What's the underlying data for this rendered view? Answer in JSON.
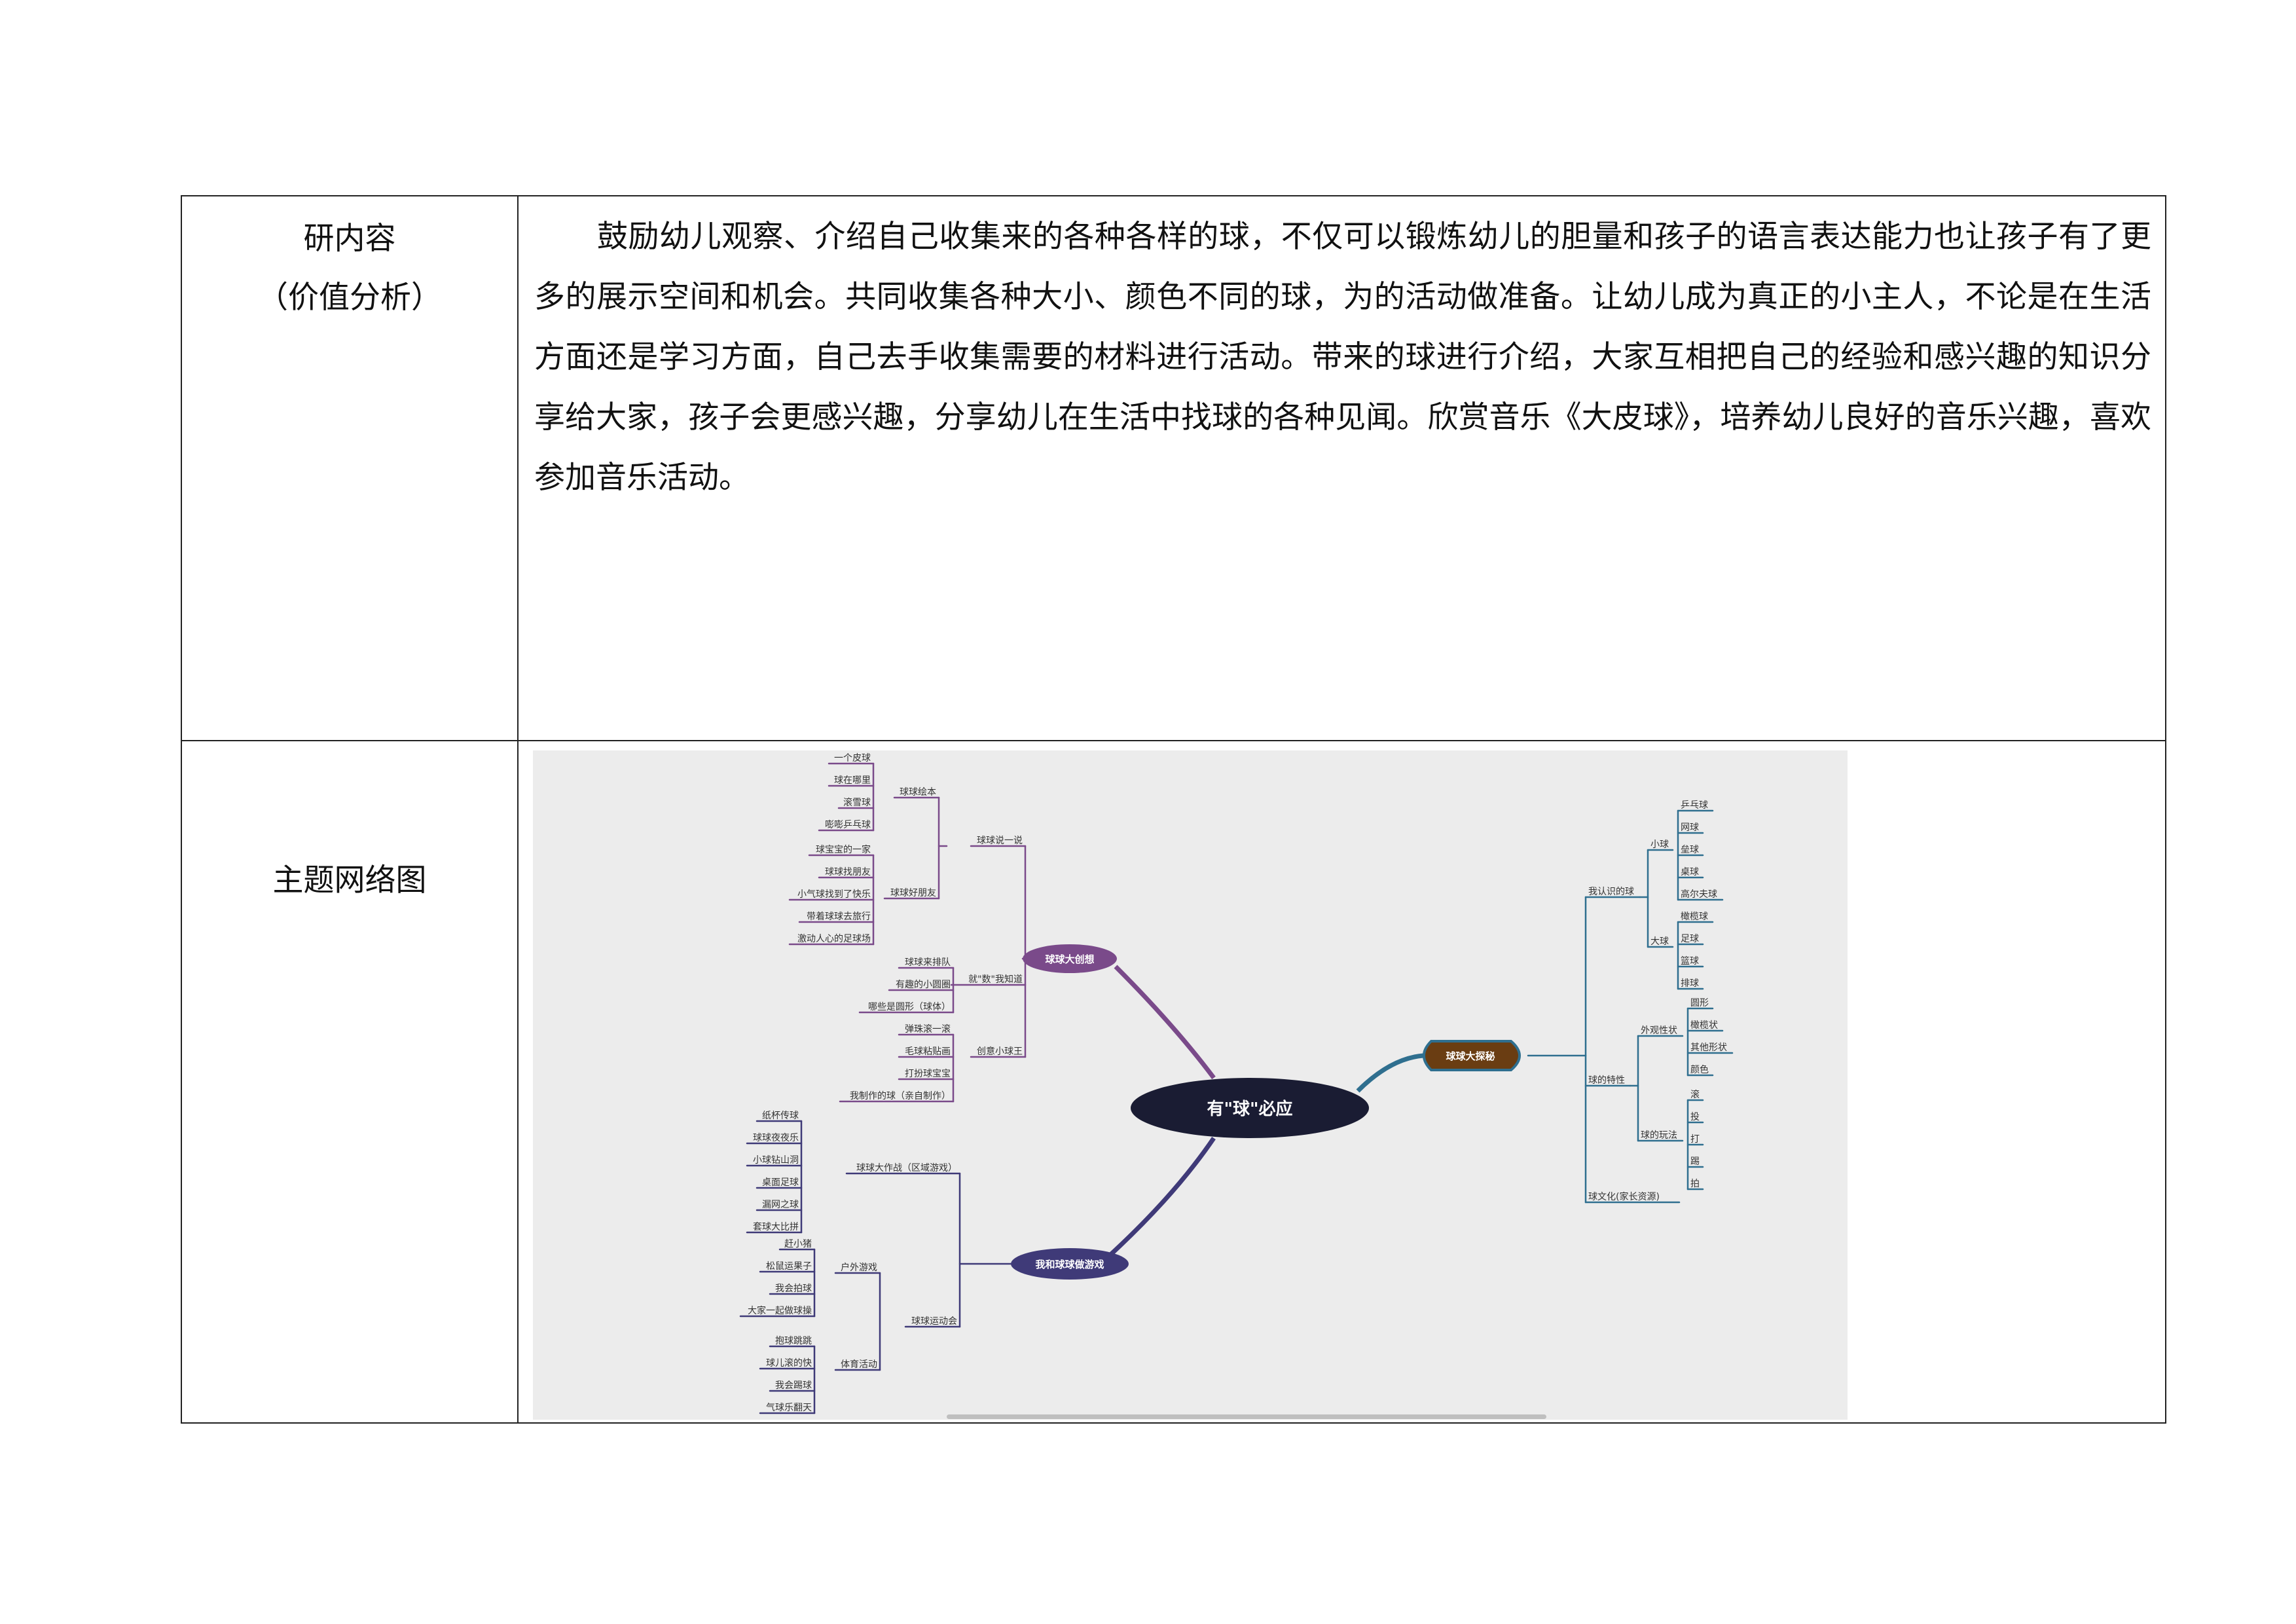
{
  "row1": {
    "label_line1": "研内容",
    "label_line2": "（价值分析）",
    "paragraph": "鼓励幼儿观察、介绍自己收集来的各种各样的球，不仅可以锻炼幼儿的胆量和孩子的语言表达能力也让孩子有了更多的展示空间和机会。共同收集各种大小、颜色不同的球，为的活动做准备。让幼儿成为真正的小主人，不论是在生活方面还是学习方面，自己去手收集需要的材料进行活动。带来的球进行介绍，大家互相把自己的经验和感兴趣的知识分享给大家，孩子会更感兴趣，分享幼儿在生活中找球的各种见闻。欣赏音乐《大皮球》，培养幼儿良好的音乐兴趣，喜欢参加音乐活动。"
  },
  "row2": {
    "label": "主题网络图"
  },
  "mindmap": {
    "center": "有\"球\"必应",
    "left_top": {
      "title": "球球大创想",
      "groups": [
        {
          "name": "球球说一说",
          "subs": [
            {
              "name": "球球绘本",
              "leaves": [
                "一个皮球",
                "球在哪里",
                "滚雪球",
                "嘭嘭乒乓球"
              ]
            },
            {
              "name": "球球好朋友",
              "leaves": [
                "球宝宝的一家",
                "球球找朋友",
                "小气球找到了快乐",
                "带着球球去旅行",
                "激动人心的足球场"
              ]
            }
          ]
        },
        {
          "name": "就\"数\"我知道",
          "leaves": [
            "球球来排队",
            "有趣的小圆圈",
            "哪些是圆形（球体）"
          ]
        },
        {
          "name": "创意小球王",
          "leaves": [
            "弹珠滚一滚",
            "毛球粘贴画",
            "打扮球宝宝",
            "我制作的球（亲自制作）"
          ]
        }
      ]
    },
    "left_bottom": {
      "title": "我和球球做游戏",
      "groups": [
        {
          "name": "球球大作战（区域游戏）",
          "leaves": [
            "纸杯传球",
            "球球夜夜乐",
            "小球钻山洞",
            "桌面足球",
            "漏网之球",
            "套球大比拼"
          ]
        },
        {
          "name": "球球运动会",
          "subs": [
            {
              "name": "户外游戏",
              "leaves": [
                "赶小猪",
                "松鼠运果子",
                "我会拍球",
                "大家一起做球操"
              ]
            },
            {
              "name": "体育活动",
              "leaves": [
                "抱球跳跳",
                "球儿滚的快",
                "我会踢球",
                "气球乐翻天"
              ]
            }
          ]
        }
      ]
    },
    "right": {
      "title": "球球大探秘",
      "groups": [
        {
          "name": "我认识的球",
          "subs": [
            {
              "name": "小球",
              "leaves": [
                "乒乓球",
                "网球",
                "垒球",
                "桌球",
                "高尔夫球"
              ]
            },
            {
              "name": "大球",
              "leaves": [
                "橄榄球",
                "足球",
                "篮球",
                "排球"
              ]
            }
          ]
        },
        {
          "name": "球的特性",
          "subs": [
            {
              "name": "外观性状",
              "leaves": [
                "圆形",
                "橄榄状",
                "其他形状",
                "颜色"
              ]
            },
            {
              "name": "球的玩法",
              "leaves": [
                "滚",
                "投",
                "打",
                "踢",
                "拍"
              ]
            }
          ]
        },
        {
          "name": "球文化(家长资源)",
          "leaves": []
        }
      ]
    },
    "colors": {
      "purple": "#7a4a8a",
      "navy": "#3f3a78",
      "blue": "#2f6f8f",
      "brown": "#6a3d12",
      "center": "#1a1c33"
    }
  }
}
